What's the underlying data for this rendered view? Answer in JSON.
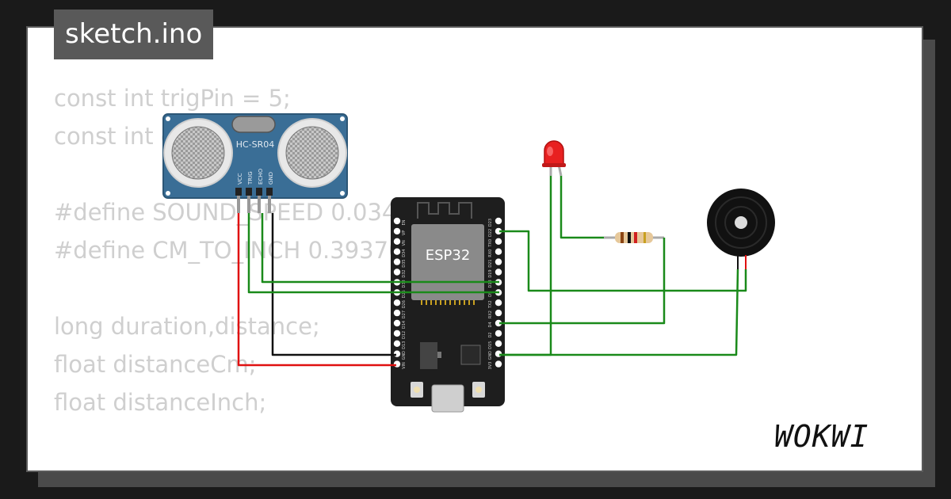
{
  "tab": {
    "filename": "sketch.ino"
  },
  "code": {
    "lines": [
      "const int trigPin = 5;",
      "const int echoPin = 18;",
      "",
      "#define SOUND_SPEED 0.034",
      "#define CM_TO_INCH 0.393701",
      "",
      "long duration,distance;",
      "float distanceCm;",
      "float distanceInch;"
    ]
  },
  "sensor": {
    "label": "HC-SR04",
    "pins": [
      "VCC",
      "TRIG",
      "ECHO",
      "GND"
    ]
  },
  "board": {
    "label": "ESP32",
    "left_pins": [
      "EN",
      "VP",
      "VN",
      "D34",
      "D35",
      "D32",
      "D33",
      "D25",
      "D26",
      "D27",
      "D14",
      "D12",
      "D13",
      "GND",
      "VIN"
    ],
    "right_pins": [
      "D23",
      "D22",
      "TX0",
      "RX0",
      "D21",
      "D19",
      "D18",
      "D5",
      "TX2",
      "RX2",
      "D4",
      "D2",
      "D15",
      "GND",
      "3V3"
    ]
  },
  "brand": {
    "logo": "WOKWI"
  },
  "colors": {
    "background": "#1a1a1a",
    "card": "#ffffff",
    "tab": "#595959",
    "code_text": "#cfcfcf",
    "wire_green": "#1a8a1a",
    "wire_red": "#e01010",
    "wire_black": "#111111",
    "sensor_blue": "#3a6e96",
    "board_black": "#1e1e1e",
    "led_red": "#e82020"
  }
}
